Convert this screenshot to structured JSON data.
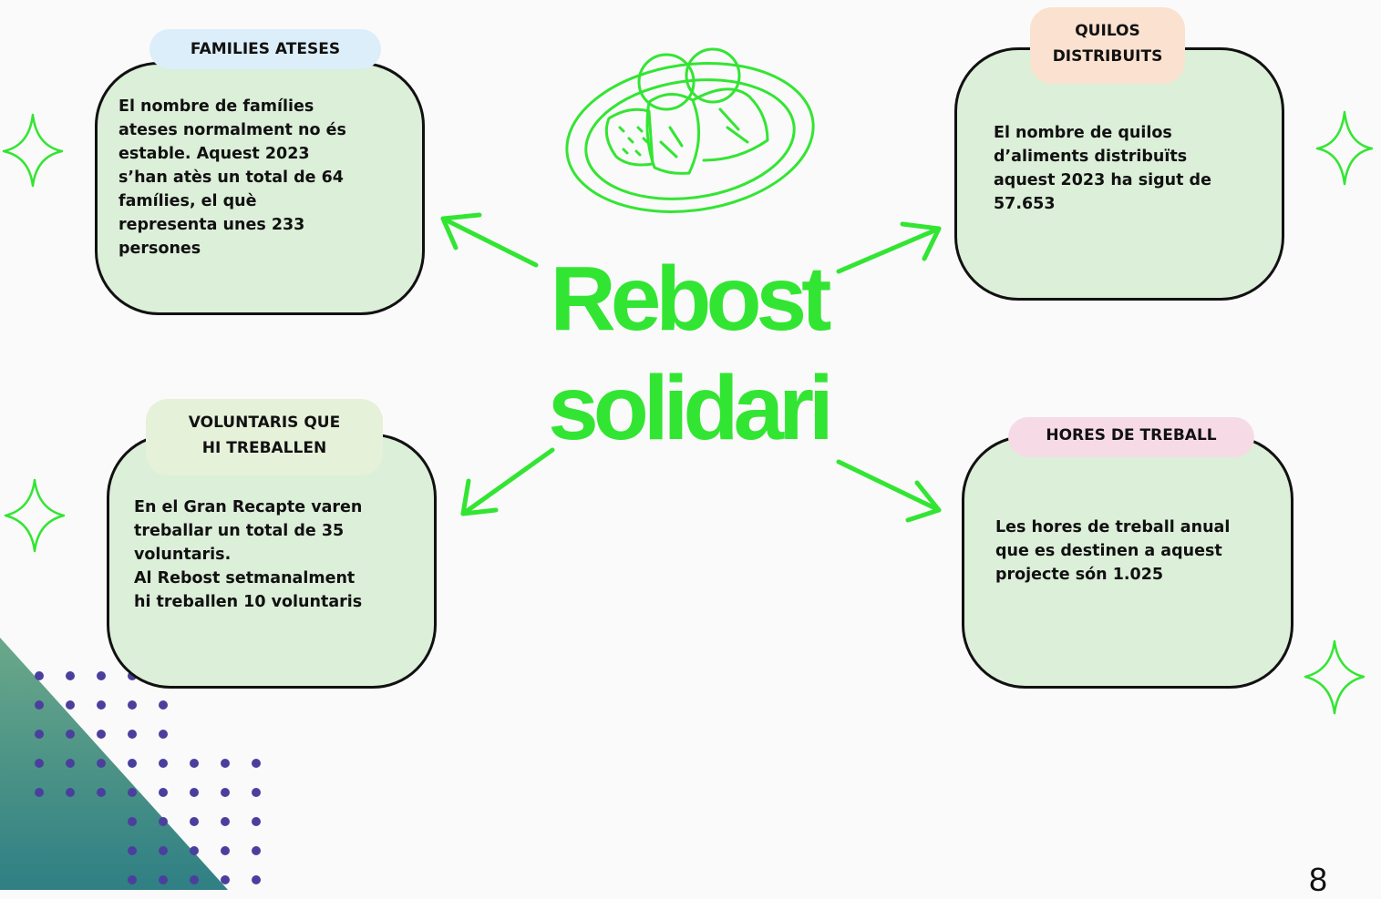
{
  "title": {
    "line1": "Rebost",
    "line2": "solidari"
  },
  "cards": {
    "families": {
      "heading": "FAMILIES ATESES",
      "body": "El nombre de famílies\nateses normalment no és\nestable. Aquest 2023\ns’han atès un total de 64\nfamílies, el què\nrepresenta unes 233\npersones"
    },
    "quilos": {
      "heading": "QUILOS\nDISTRIBUITS",
      "body": "El nombre de quilos\nd’aliments distribuïts\naquest 2023 ha sigut de\n57.653"
    },
    "voluntaris": {
      "heading": "VOLUNTARIS QUE\nHI TREBALLEN",
      "body": "En el Gran Recapte varen\ntreballar un total de 35\nvoluntaris.\nAl Rebost setmanalment\nhi treballen 10 voluntaris"
    },
    "hores": {
      "heading": "HORES DE TREBALL",
      "body": "Les hores de treball anual\nque es destinen a aquest\nprojecte són 1.025"
    }
  },
  "page_number": "8",
  "colors": {
    "accent_green": "#33e533",
    "card_fill": "#dcefd9",
    "tag_blue": "#dbeefa",
    "tag_peach": "#fbe1cf",
    "tag_green": "#e6f1da",
    "tag_pink": "#f6dbe6",
    "dots": "#4b3f9e",
    "triangle_top": "#6aa889",
    "triangle_bottom": "#2f7f84"
  },
  "icons": [
    "food-plate-icon",
    "sparkle-icon",
    "arrow-icon",
    "dot-pattern"
  ]
}
